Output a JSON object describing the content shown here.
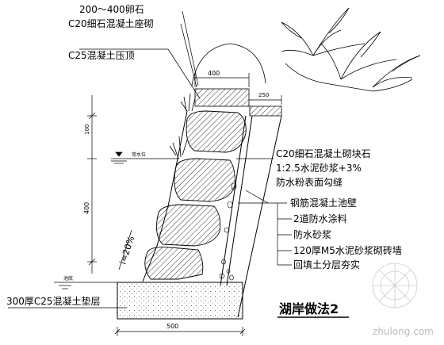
{
  "title": "湖岸做法2",
  "watermark": "zhulong.com",
  "labels": {
    "cobble": "200～400卵石",
    "c20_base": "C20细石混凝土座砌",
    "c25_cap": "C25混凝土压顶",
    "c20_block_1": "C20细石混凝土砌块石",
    "c20_block_2": "1:2.5水泥砂浆+3%",
    "c20_block_3": "防水粉表面勾缝",
    "rc_wall": "钢筋混凝土池壁",
    "waterproof_coat": "2道防水涂料",
    "waterproof_mortar": "防水砂浆",
    "brick_wall": "120厚M5水泥砂浆砌砖墙",
    "backfill": "回填土分层夯实",
    "cushion": "300厚C25混凝土垫层"
  },
  "dims": {
    "d400_top": "400",
    "d250": "250",
    "d100": "100",
    "d400_vert": "400",
    "d500": "500",
    "slope": "i=20%",
    "normal_water": "常水位",
    "pool_bottom": "池底"
  }
}
